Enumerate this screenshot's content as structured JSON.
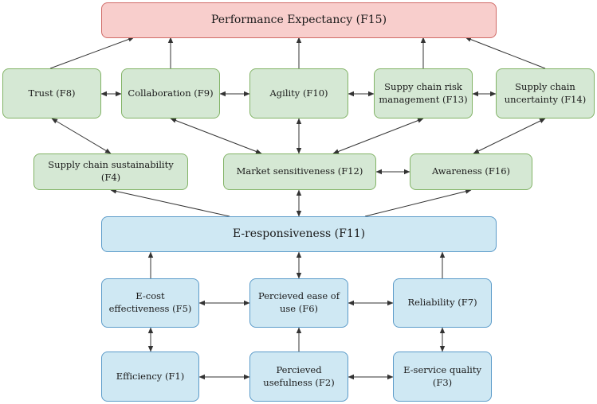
{
  "nodes": {
    "f15": "Performance Expectancy (F15)",
    "f8": "Trust (F8)",
    "f9": "Collaboration (F9)",
    "f10": "Agility (F10)",
    "f13": "Suppy chain risk management (F13)",
    "f14": "Supply chain uncertainty (F14)",
    "f4": "Supply chain sustainability (F4)",
    "f12": "Market sensitiveness (F12)",
    "f16": "Awareness (F16)",
    "f11": "E-responsiveness (F11)",
    "f5": "E-cost effectiveness (F5)",
    "f6": "Percieved ease of use (F6)",
    "f7": "Reliability (F7)",
    "f1": "Efficiency (F1)",
    "f2": "Percieved usefulness (F2)",
    "f3": "E-service quality (F3)"
  },
  "colors": {
    "outcome": "#f8cecc",
    "mediators": "#d5e8d4",
    "antecedents": "#cfe8f3",
    "arrow": "#333333"
  },
  "edges": [
    {
      "from": "f8",
      "to": "f15",
      "type": "uni"
    },
    {
      "from": "f9",
      "to": "f15",
      "type": "uni"
    },
    {
      "from": "f10",
      "to": "f15",
      "type": "uni"
    },
    {
      "from": "f13",
      "to": "f15",
      "type": "uni"
    },
    {
      "from": "f14",
      "to": "f15",
      "type": "uni"
    },
    {
      "from": "f8",
      "to": "f9",
      "type": "bi"
    },
    {
      "from": "f9",
      "to": "f10",
      "type": "bi"
    },
    {
      "from": "f10",
      "to": "f13",
      "type": "bi"
    },
    {
      "from": "f13",
      "to": "f14",
      "type": "bi"
    },
    {
      "from": "f8",
      "to": "f4",
      "type": "bi"
    },
    {
      "from": "f9",
      "to": "f12",
      "type": "bi"
    },
    {
      "from": "f10",
      "to": "f12",
      "type": "bi"
    },
    {
      "from": "f13",
      "to": "f12",
      "type": "bi"
    },
    {
      "from": "f14",
      "to": "f16",
      "type": "bi"
    },
    {
      "from": "f12",
      "to": "f16",
      "type": "bi"
    },
    {
      "from": "f11",
      "to": "f4",
      "type": "uni"
    },
    {
      "from": "f11",
      "to": "f12",
      "type": "bi"
    },
    {
      "from": "f11",
      "to": "f16",
      "type": "uni"
    },
    {
      "from": "f5",
      "to": "f11",
      "type": "uni"
    },
    {
      "from": "f6",
      "to": "f11",
      "type": "bi"
    },
    {
      "from": "f7",
      "to": "f11",
      "type": "uni"
    },
    {
      "from": "f5",
      "to": "f6",
      "type": "bi"
    },
    {
      "from": "f6",
      "to": "f7",
      "type": "bi"
    },
    {
      "from": "f5",
      "to": "f1",
      "type": "bi"
    },
    {
      "from": "f2",
      "to": "f6",
      "type": "uni"
    },
    {
      "from": "f7",
      "to": "f3",
      "type": "bi"
    },
    {
      "from": "f1",
      "to": "f2",
      "type": "bi"
    },
    {
      "from": "f2",
      "to": "f3",
      "type": "bi"
    }
  ]
}
